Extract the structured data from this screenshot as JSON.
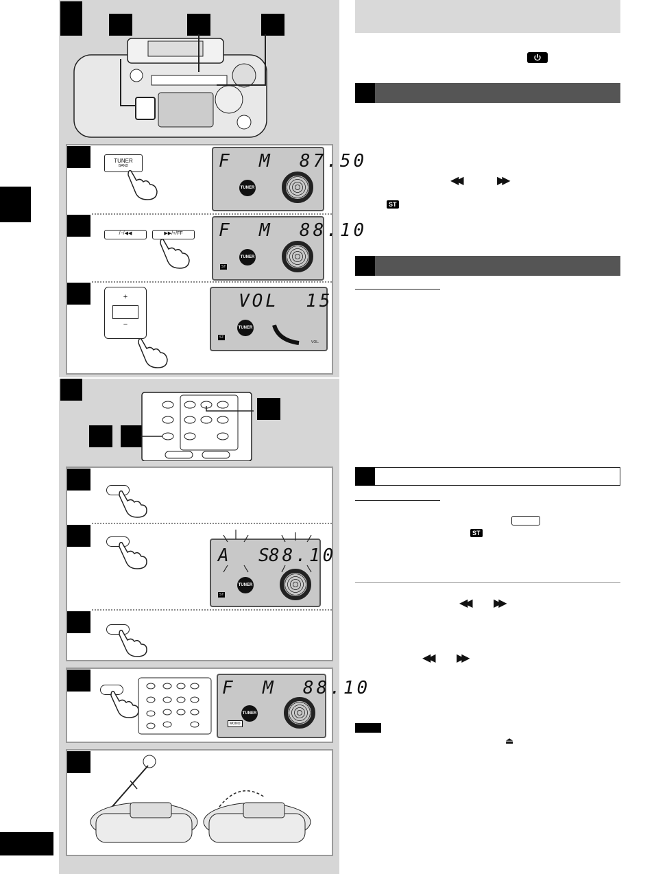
{
  "illustration": {
    "tuner_button_label": "TUNER",
    "tuner_button_sublabel": "BAND",
    "seek_down_label": "/−/◀◀",
    "seek_up_label": "▶▶/+/FF",
    "volume_plus": "+",
    "volume_minus": "−",
    "display1": "F  M  87.50",
    "display2": "F  M  88.10",
    "display3": "VOL  15",
    "display4_left": "A  S",
    "display4_right": "88.10",
    "display5": "F  M  88.10",
    "tuner_badge": "TUNER",
    "st_indicator": "ST",
    "vol_indicator": "VOL.",
    "mono_indicator": "MONO"
  },
  "right": {
    "st_badge": "ST",
    "rewind_glyph": "◀◀",
    "forward_glyph": "▶▶",
    "eject_glyph": "⏏"
  },
  "colors": {
    "panel_gray": "#d6d6d6",
    "section_bar": "#555555",
    "lcd": "#c8c8c8"
  }
}
